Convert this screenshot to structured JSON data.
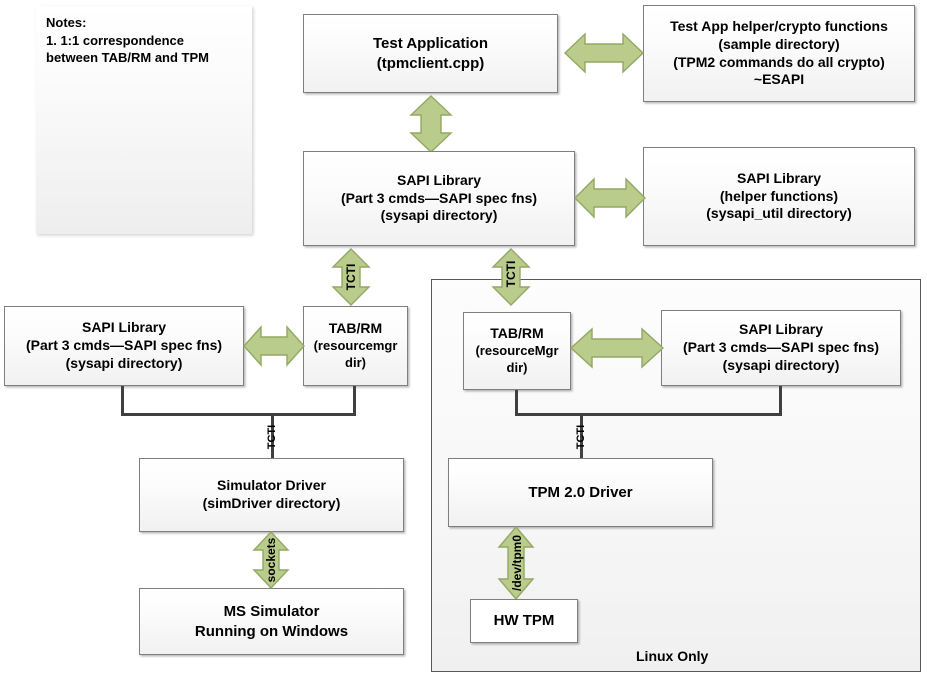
{
  "notes": {
    "title": "Notes:",
    "items": [
      "1.  1:1 correspondence",
      "between TAB/RM and TPM"
    ]
  },
  "boxes": {
    "test_application": {
      "lines": [
        "Test Application",
        "(tpmclient.cpp)"
      ]
    },
    "test_app_helper": {
      "lines": [
        "Test App helper/crypto functions",
        "(sample directory)",
        "(TPM2 commands do all crypto)",
        "~ESAPI"
      ]
    },
    "sapi_main": {
      "lines": [
        "SAPI Library",
        "(Part 3 cmds—SAPI spec fns)",
        "(sysapi directory)"
      ]
    },
    "sapi_helper": {
      "lines": [
        "SAPI Library",
        "(helper functions)",
        "(sysapi_util directory)"
      ]
    },
    "sapi_windows": {
      "lines": [
        "SAPI Library",
        "(Part 3 cmds—SAPI spec fns)",
        "(sysapi directory)"
      ]
    },
    "tabrm_windows": {
      "lines": [
        "TAB/RM",
        "(resourcemgr",
        "dir)"
      ]
    },
    "tabrm_linux": {
      "lines": [
        "TAB/RM",
        "(resourceMgr",
        "dir)"
      ]
    },
    "sapi_linux": {
      "lines": [
        "SAPI Library",
        "(Part 3 cmds—SAPI spec fns)",
        "(sysapi directory)"
      ]
    },
    "simulator_driver": {
      "lines": [
        "Simulator Driver",
        "(simDriver directory)"
      ]
    },
    "ms_simulator": {
      "lines": [
        "MS Simulator",
        "Running on Windows"
      ]
    },
    "tpm_driver": {
      "lines": [
        "TPM 2.0 Driver"
      ]
    },
    "hw_tpm": {
      "lines": [
        "HW TPM"
      ]
    }
  },
  "panel": {
    "label": "Linux Only"
  },
  "connector_labels": {
    "tcti": "TCTI",
    "sockets": "sockets",
    "dev_tpm0": "/dev/tpm0"
  },
  "colors": {
    "arrow_fill": "#b9cc8c",
    "arrow_stroke": "#93a862",
    "box_border": "#7f7f7f",
    "connector_line": "#404040",
    "panel_border": "#595959",
    "text": "#000000"
  }
}
